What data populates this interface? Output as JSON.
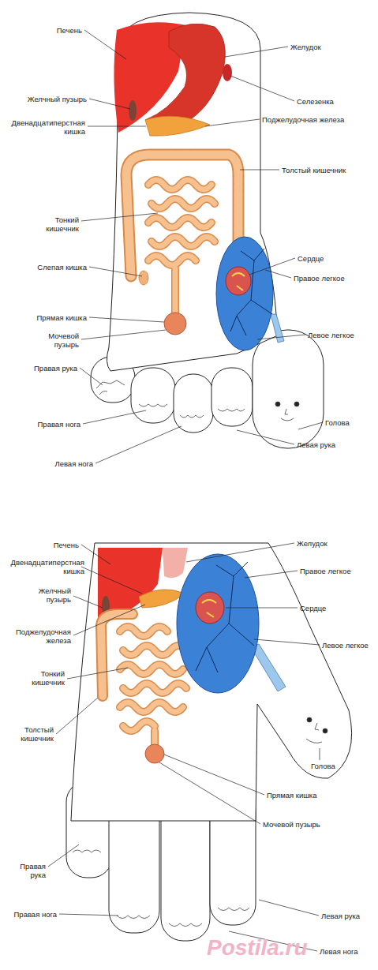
{
  "diagram": {
    "labels": [
      "Печень",
      "Желчный пузырь",
      "Двенадцатиперстная кишка",
      "Тонкий кишечник",
      "Слепая кишка",
      "Прямая кишка",
      "Мочевой пузырь",
      "Правая рука",
      "Правая нога",
      "Левая нога",
      "Желудок",
      "Селезенка",
      "Поджелудочная железа",
      "Толстый кишечник",
      "Сердце",
      "Правое легкое",
      "Левое легкое",
      "Голова",
      "Левая рука",
      "Печень",
      "Двенадцатиперстная кишка",
      "Желчный пузырь",
      "Поджелудочная железа",
      "Тонкий кишечник",
      "Толстый кишечник",
      "Правая рука",
      "Правая нога",
      "Желудок",
      "Правое легкое",
      "Сердце",
      "Левое легкое",
      "Голова",
      "Прямая кишка",
      "Мочевой пузырь",
      "Левая рука",
      "Левая нога",
      "Postila.ru"
    ]
  }
}
